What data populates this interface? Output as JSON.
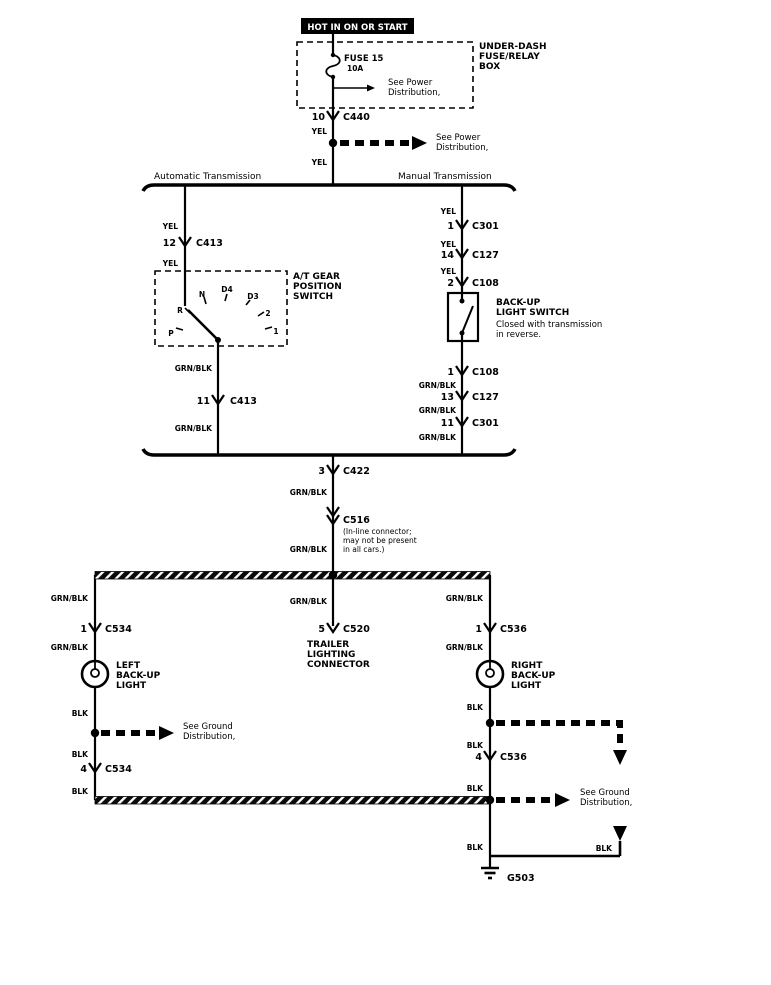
{
  "canvas": {
    "bg": "#ffffff",
    "ink": "#000000"
  },
  "wire": {
    "yel": "YEL",
    "grn_blk": "GRN/BLK",
    "blk": "BLK"
  },
  "refs": {
    "see_power_1": "See Power",
    "see_power_2": "Distribution,",
    "see_ground_1": "See Ground",
    "see_ground_2": "Distribution,"
  },
  "power": {
    "hot": "HOT IN ON OR START",
    "box_l1": "UNDER-DASH",
    "box_l2": "FUSE/RELAY",
    "box_l3": "BOX",
    "fuse_name": "FUSE 15",
    "fuse_rating": "10A",
    "c440_pin": "10",
    "c440": "C440"
  },
  "sections": {
    "auto": "Automatic Transmission",
    "manual": "Manual Transmission"
  },
  "auto": {
    "c413_top_pin": "12",
    "c413_top": "C413",
    "sw_l1": "A/T GEAR",
    "sw_l2": "POSITION",
    "sw_l3": "SWITCH",
    "positions": [
      "P",
      "R",
      "N",
      "D4",
      "D3",
      "2",
      "1"
    ],
    "c413_bot_pin": "11",
    "c413_bot": "C413"
  },
  "manual": {
    "c301_top_pin": "1",
    "c301_top": "C301",
    "c127_top_pin": "14",
    "c127_top": "C127",
    "c108_top_pin": "2",
    "c108_top": "C108",
    "sw_l1": "BACK-UP",
    "sw_l2": "LIGHT SWITCH",
    "sw_note1": "Closed with transmission",
    "sw_note2": "in reverse.",
    "c108_bot_pin": "1",
    "c108_bot": "C108",
    "c127_bot_pin": "13",
    "c127_bot": "C127",
    "c301_bot_pin": "11",
    "c301_bot": "C301"
  },
  "center": {
    "c422_pin": "3",
    "c422": "C422",
    "c516": "C516",
    "c516_note1": "(In-line connector;",
    "c516_note2": "may not be present",
    "c516_note3": "in all cars.)",
    "c520_pin": "5",
    "c520": "C520",
    "trailer_l1": "TRAILER",
    "trailer_l2": "LIGHTING",
    "trailer_l3": "CONNECTOR"
  },
  "left_lamp": {
    "c534_top_pin": "1",
    "c534_top": "C534",
    "l1": "LEFT",
    "l2": "BACK-UP",
    "l3": "LIGHT",
    "c534_bot_pin": "4",
    "c534_bot": "C534"
  },
  "right_lamp": {
    "c536_top_pin": "1",
    "c536_top": "C536",
    "l1": "RIGHT",
    "l2": "BACK-UP",
    "l3": "LIGHT",
    "c536_bot_pin": "4",
    "c536_bot": "C536",
    "ground": "G503"
  }
}
